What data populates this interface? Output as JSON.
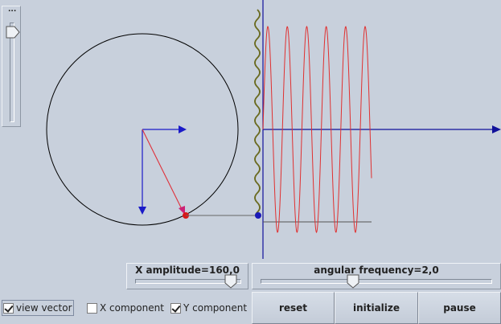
{
  "left_slider": {
    "title": "..."
  },
  "amplitude_slider": {
    "label": "X amplitude=160,0",
    "value_fraction": 0.92
  },
  "frequency_slider": {
    "label": "angular frequency=2,0",
    "value_fraction": 0.39
  },
  "checkboxes": [
    {
      "label": "view vector",
      "checked": true
    },
    {
      "label": "X component",
      "checked": false
    },
    {
      "label": "Y component",
      "checked": true
    }
  ],
  "buttons": {
    "reset": "reset",
    "initialize": "initialize",
    "pause": "pause"
  },
  "colors": {
    "background": "#c8d0dc",
    "wave": "#e03030",
    "axis": "#10109a",
    "vector": "#e0303a",
    "component": "#1a1ac8",
    "circle": "#000000"
  }
}
